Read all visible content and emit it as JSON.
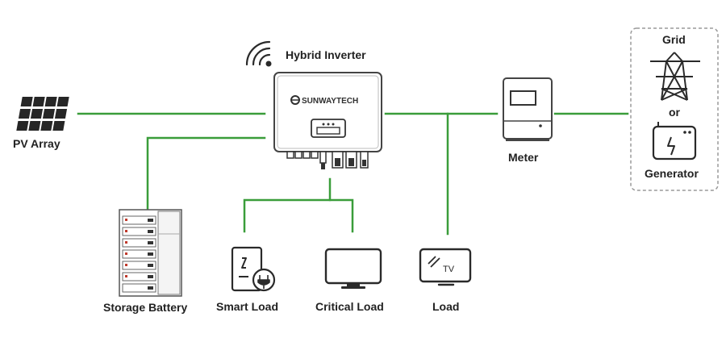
{
  "labels": {
    "hybrid_inverter": "Hybrid Inverter",
    "pv_array": "PV Array",
    "meter": "Meter",
    "grid": "Grid",
    "or": "or",
    "generator": "Generator",
    "storage_battery": "Storage Battery",
    "smart_load": "Smart Load",
    "critical_load": "Critical Load",
    "load": "Load"
  },
  "inverter_brand": "SUNWAYTECH",
  "tv_text": "TV",
  "colors": {
    "line": "#3a9d3a",
    "icon_dark": "#333333",
    "text": "#222222",
    "dashed_box": "#9a9a9a"
  },
  "icons": {
    "pv_array": "solar-panel-icon",
    "inverter": "inverter-icon",
    "wifi": "wifi-icon",
    "meter": "meter-icon",
    "grid": "transmission-tower-icon",
    "generator": "generator-icon",
    "battery": "battery-rack-icon",
    "smart_load": "smart-plug-icon",
    "critical_load": "monitor-icon",
    "load": "tv-icon"
  }
}
